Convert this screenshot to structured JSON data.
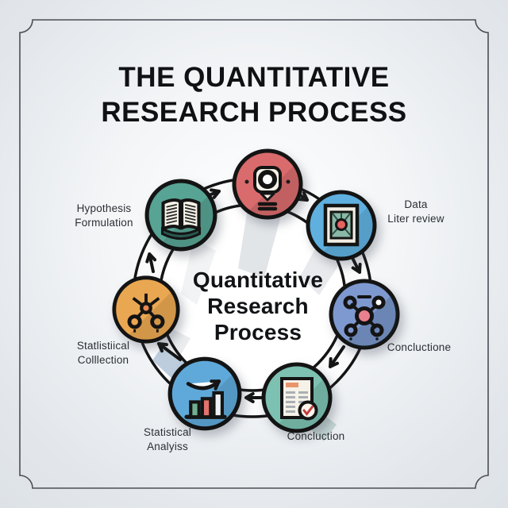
{
  "title": {
    "line1": "THE QUANTITATIVE",
    "line2": "RESEARCH PROCESS"
  },
  "center": {
    "line1": "Quantitative",
    "line2": "Research",
    "line3": "Process"
  },
  "nodes": [
    {
      "name": "process-step-top",
      "icon": "gear-icon",
      "color": "#d96b6d"
    },
    {
      "name": "data-liter-review",
      "icon": "framed-picture-icon",
      "color": "#5fb0df",
      "label_line1": "Data",
      "label_line2": "Liter review"
    },
    {
      "name": "concluctione",
      "icon": "network-icon",
      "color": "#7e99cf",
      "label_line1": "Concluctione"
    },
    {
      "name": "concluction",
      "icon": "document-check-icon",
      "color": "#7cc1b1",
      "label_line1": "Concluction"
    },
    {
      "name": "statistical-analyiss",
      "icon": "bar-chart-icon",
      "color": "#5fa9da",
      "label_line1": "Statistical",
      "label_line2": "Analyiss"
    },
    {
      "name": "statlistiical-colllection",
      "icon": "molecule-icon",
      "color": "#eaa751",
      "label_line1": "Statlistiical",
      "label_line2": "Colllection"
    },
    {
      "name": "hypothesis-formulation",
      "icon": "open-book-icon",
      "color": "#57a394",
      "label_line1": "Hypothesis",
      "label_line2": "Formulation"
    }
  ],
  "colors": {
    "background_edge": "#dde2e7",
    "frame": "#4a4f55",
    "ring_outline": "#141414",
    "ring_band": "#fbfbfc"
  }
}
